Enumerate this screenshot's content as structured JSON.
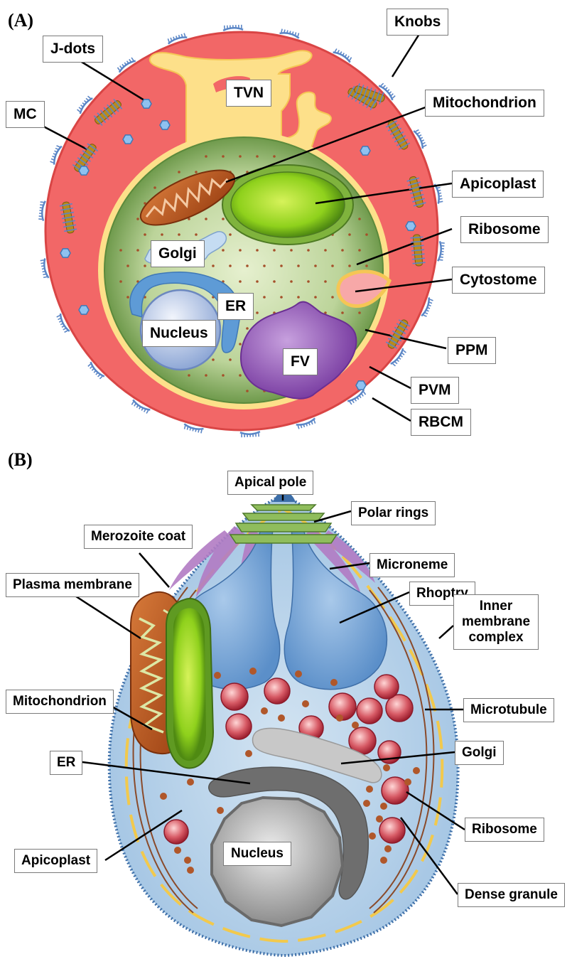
{
  "panels": {
    "a": {
      "letter": "(A)",
      "labels": {
        "knobs": "Knobs",
        "jdots": "J-dots",
        "tvn": "TVN",
        "mc": "MC",
        "mitochondrion": "Mitochondrion",
        "apicoplast": "Apicoplast",
        "ribosome": "Ribosome",
        "golgi": "Golgi",
        "cytostome": "Cytostome",
        "er": "ER",
        "nucleus": "Nucleus",
        "fv": "FV",
        "ppm": "PPM",
        "pvm": "PVM",
        "rbcm": "RBCM"
      }
    },
    "b": {
      "letter": "(B)",
      "labels": {
        "apical_pole": "Apical pole",
        "polar_rings": "Polar rings",
        "merozoite_coat": "Merozoite coat",
        "microneme": "Microneme",
        "plasma_membrane": "Plasma membrane",
        "rhoptry": "Rhoptry",
        "imc_line1": "Inner",
        "imc_line2": "membrane",
        "imc_line3": "complex",
        "mitochondrion": "Mitochondrion",
        "microtubule": "Microtubule",
        "golgi": "Golgi",
        "er": "ER",
        "ribosome": "Ribosome",
        "nucleus": "Nucleus",
        "apicoplast": "Apicoplast",
        "dense_granule": "Dense granule"
      }
    }
  },
  "colors": {
    "rbc_fill": "#f26767",
    "rbc_edge": "#d94545",
    "tvn": "#fde08a",
    "parasite_outer": "#6f9a4c",
    "parasite_inner": "#d9e9bf",
    "mitochondrion": "#b8561f",
    "apicoplast": "#9bdc1e",
    "nucleus": "#c9d6ee",
    "er": "#5e9bd6",
    "fv": "#8d4fb5",
    "cytostome": "#f7a8a8",
    "merozoite_fill": "#b8d2ea",
    "rhoptry": "#7ea9d8",
    "microneme": "#b27cc4",
    "dense_granule": "#c0394a",
    "ribosome": "#b0572a",
    "golgi_b": "#c8c8c8",
    "nucleus_b": "#a9a9a9",
    "knob": "#5b86c6"
  }
}
